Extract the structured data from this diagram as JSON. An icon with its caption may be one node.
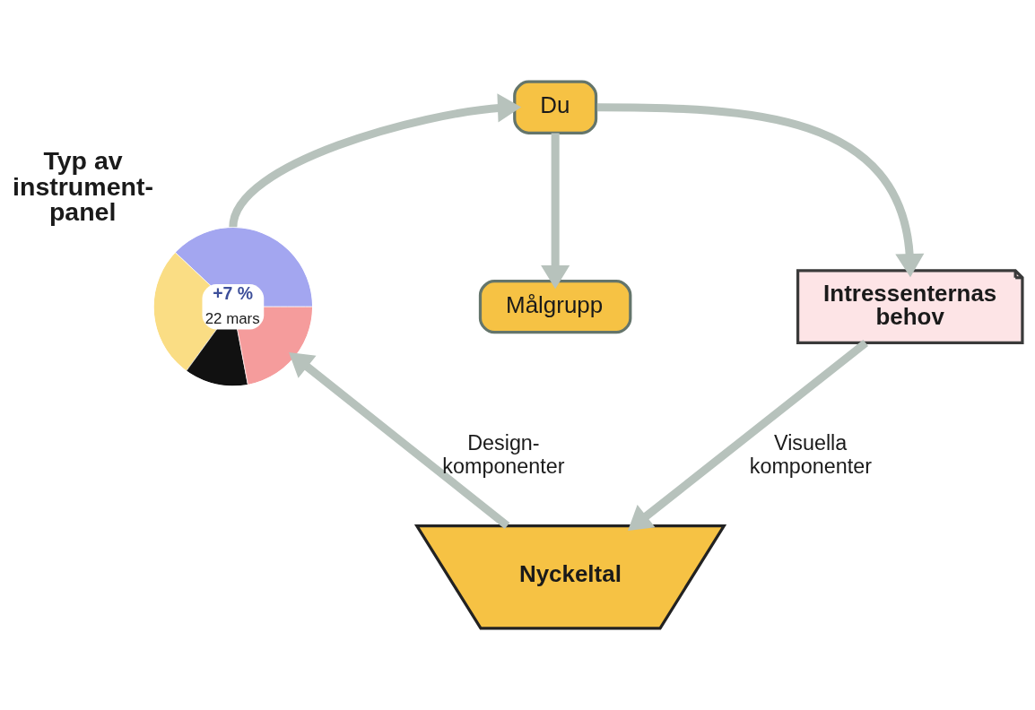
{
  "diagram": {
    "nodes": [
      {
        "text": [
          "Du"
        ]
      },
      {
        "text": [
          "Typ av instrument- panel",
          "+7 %",
          "22 mars"
        ]
      },
      {
        "text": [
          "Målgrupp"
        ]
      },
      {
        "text": [
          "Intressenternas behov"
        ]
      },
      {
        "text": [
          "Nyckeltal"
        ]
      }
    ],
    "edges": [
      {
        "from": 1,
        "to": 0,
        "arrow": "to"
      },
      {
        "from": 0,
        "to": 3,
        "arrow": "to"
      },
      {
        "from": 0,
        "to": 2,
        "arrow": "to"
      },
      {
        "from": 3,
        "to": 4,
        "arrow": "to",
        "label": "Visuella komponenter"
      },
      {
        "from": 4,
        "to": 1,
        "arrow": "to",
        "label": "Design- komponenter"
      }
    ]
  }
}
